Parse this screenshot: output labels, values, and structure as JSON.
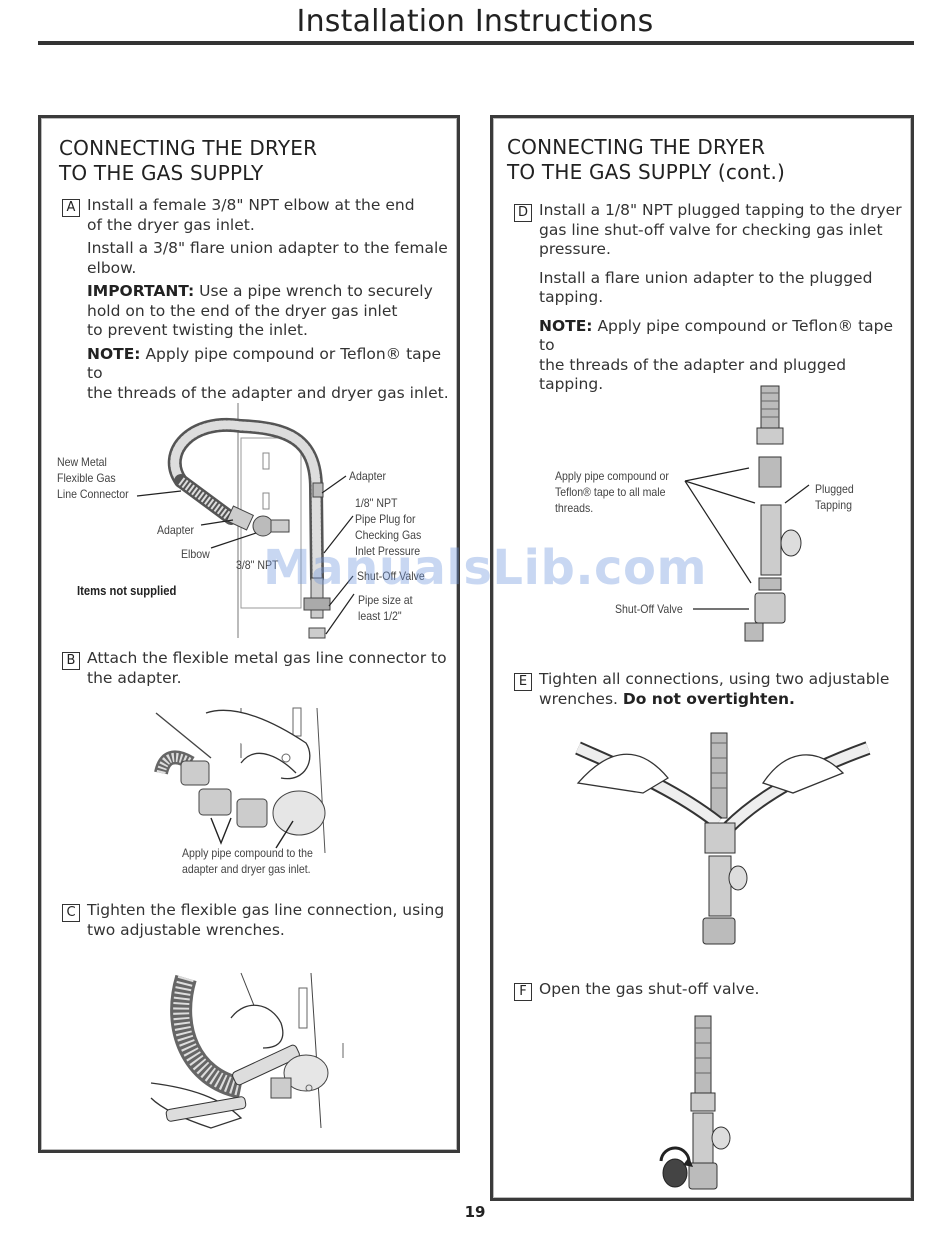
{
  "page": {
    "title": "Installation Instructions",
    "page_number": "19",
    "watermark": "ManualsLib.com"
  },
  "left": {
    "heading_line1": "CONNECTING THE DRYER",
    "heading_line2": "TO THE GAS SUPPLY",
    "step_a": {
      "letter": "A",
      "line1": "Install a female 3/8\" NPT elbow at the end",
      "line2": "of the dryer gas inlet.",
      "para2_line1": "Install a 3/8\" flare union adapter to the female",
      "para2_line2": "elbow.",
      "important_label": "IMPORTANT:",
      "important_line1": " Use a pipe wrench to securely",
      "important_line2": "hold on to the end of the dryer gas inlet",
      "important_line3": "to prevent twisting the inlet.",
      "note_label": "NOTE:",
      "note_line1": " Apply pipe compound or Teflon® tape to",
      "note_line2": "the threads of the adapter and dryer gas inlet."
    },
    "diagram_a": {
      "new_metal_line1": "New Metal",
      "new_metal_line2": "Flexible Gas",
      "new_metal_line3": "Line Connector",
      "adapter_left": "Adapter",
      "elbow": "Elbow",
      "npt": "3/8\" NPT",
      "adapter_right": "Adapter",
      "plug_line1": "1/8\" NPT",
      "plug_line2": "Pipe Plug for",
      "plug_line3": "Checking Gas",
      "plug_line4": "Inlet Pressure",
      "shutoff": "Shut-Off Valve",
      "pipe_line1": "Pipe size at",
      "pipe_line2": "least 1/2\"",
      "items_not_supplied": "Items not supplied"
    },
    "step_b": {
      "letter": "B",
      "line1": "Attach the flexible metal gas line connector to",
      "line2": "the adapter."
    },
    "diagram_b": {
      "caption_line1": "Apply pipe compound to the",
      "caption_line2": "adapter and dryer gas inlet."
    },
    "step_c": {
      "letter": "C",
      "line1": "Tighten the flexible gas line connection, using",
      "line2": "two adjustable wrenches."
    }
  },
  "right": {
    "heading_line1": "CONNECTING THE DRYER",
    "heading_line2": "TO THE GAS SUPPLY (cont.)",
    "step_d": {
      "letter": "D",
      "line1": "Install a 1/8\" NPT plugged tapping to the dryer",
      "line2": "gas line shut-off valve for checking gas inlet",
      "line3": "pressure.",
      "para2_line1": "Install a flare union adapter to the plugged",
      "para2_line2": "tapping.",
      "note_label": "NOTE:",
      "note_line1": " Apply pipe compound or Teflon® tape to",
      "note_line2": "the threads of the adapter and plugged tapping."
    },
    "diagram_d": {
      "apply_line1": "Apply pipe compound or",
      "apply_line2": "Teflon® tape to all male",
      "apply_line3": "threads.",
      "plugged_line1": "Plugged",
      "plugged_line2": "Tapping",
      "shutoff": "Shut-Off Valve"
    },
    "step_e": {
      "letter": "E",
      "line1": "Tighten all connections, using two adjustable",
      "line2_plain": "wrenches. ",
      "line2_bold": "Do not overtighten."
    },
    "step_f": {
      "letter": "F",
      "line1": "Open the gas shut-off valve."
    }
  }
}
